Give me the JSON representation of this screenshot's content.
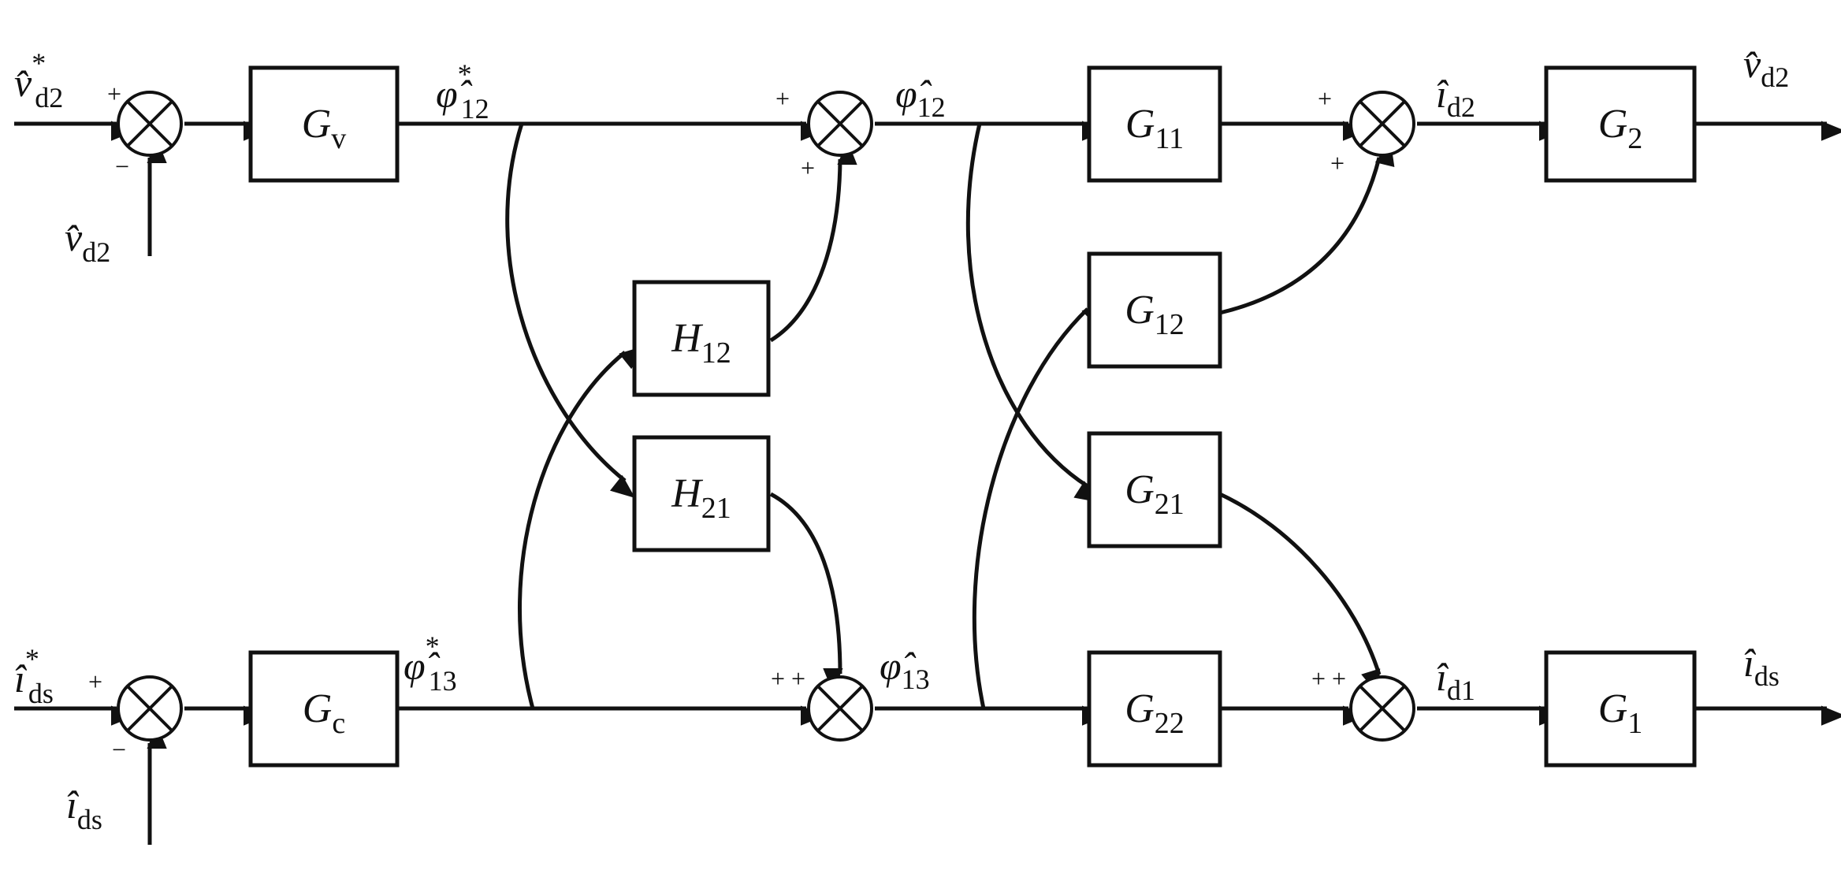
{
  "blocks": {
    "Gv": {
      "name": "G",
      "sub": "v"
    },
    "Gc": {
      "name": "G",
      "sub": "c"
    },
    "H12": {
      "name": "H",
      "sub": "12"
    },
    "H21": {
      "name": "H",
      "sub": "21"
    },
    "G11": {
      "name": "G",
      "sub": "11"
    },
    "G12": {
      "name": "G",
      "sub": "12"
    },
    "G21": {
      "name": "G",
      "sub": "21"
    },
    "G22": {
      "name": "G",
      "sub": "22"
    },
    "G2": {
      "name": "G",
      "sub": "2"
    },
    "G1": {
      "name": "G",
      "sub": "1"
    }
  },
  "signals": {
    "vd2_ref": {
      "sym": "v̂",
      "sub": "d2",
      "sup": "*"
    },
    "vd2_fb": {
      "sym": "v̂",
      "sub": "d2"
    },
    "ids_ref": {
      "sym": "î",
      "sub": "ds",
      "sup": "*"
    },
    "ids_fb": {
      "sym": "î",
      "sub": "ds"
    },
    "phi12_ref": {
      "sym": "φ̂",
      "sub": "12",
      "sup": "*"
    },
    "phi13_ref": {
      "sym": "φ̂",
      "sub": "13",
      "sup": "*"
    },
    "phi12": {
      "sym": "φ̂",
      "sub": "12"
    },
    "phi13": {
      "sym": "φ̂",
      "sub": "13"
    },
    "id2": {
      "sym": "î",
      "sub": "d2"
    },
    "id1": {
      "sym": "î",
      "sub": "d1"
    },
    "vd2_out": {
      "sym": "v̂",
      "sub": "d2"
    },
    "ids_out": {
      "sym": "î",
      "sub": "ds"
    }
  },
  "signs": {
    "plus": "+",
    "minus": "−",
    "plusplus": "+ +"
  }
}
